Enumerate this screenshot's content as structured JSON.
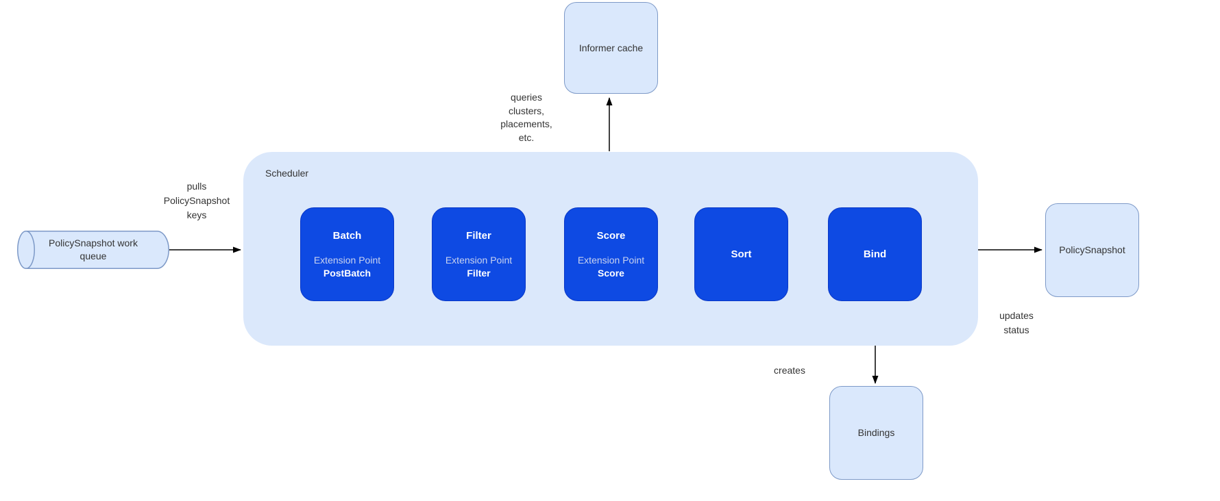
{
  "colors": {
    "background": "#ffffff",
    "stage_fill": "#0e4ae3",
    "stage_border": "#0937c6",
    "stage_title_text": "#ffffff",
    "stage_subtitle_text": "#c9d3ef",
    "light_node_fill": "#dae8fc",
    "light_node_border": "#7d99c7",
    "scheduler_container_fill": "#dbe8fb",
    "label_text": "#333333",
    "arrow": "#000000"
  },
  "nodes": {
    "informer_cache": {
      "label": "Informer cache"
    },
    "work_queue": {
      "label": "PolicySnapshot work queue"
    },
    "scheduler": {
      "label": "Scheduler"
    },
    "policy_snapshot": {
      "label": "PolicySnapshot"
    },
    "bindings": {
      "label": "Bindings"
    }
  },
  "stages": [
    {
      "title": "Batch",
      "subtitle": "Extension Point",
      "extension": "PostBatch"
    },
    {
      "title": "Filter",
      "subtitle": "Extension Point",
      "extension": "Filter"
    },
    {
      "title": "Score",
      "subtitle": "Extension Point",
      "extension": "Score"
    },
    {
      "title": "Sort"
    },
    {
      "title": "Bind"
    }
  ],
  "edge_labels": {
    "queries": {
      "lines": [
        "queries",
        "clusters,",
        "placements,",
        "etc."
      ]
    },
    "pulls": {
      "lines": [
        "pulls",
        "PolicySnapshot",
        "keys"
      ]
    },
    "updates": {
      "lines": [
        "updates",
        "status"
      ]
    },
    "creates": "creates"
  }
}
